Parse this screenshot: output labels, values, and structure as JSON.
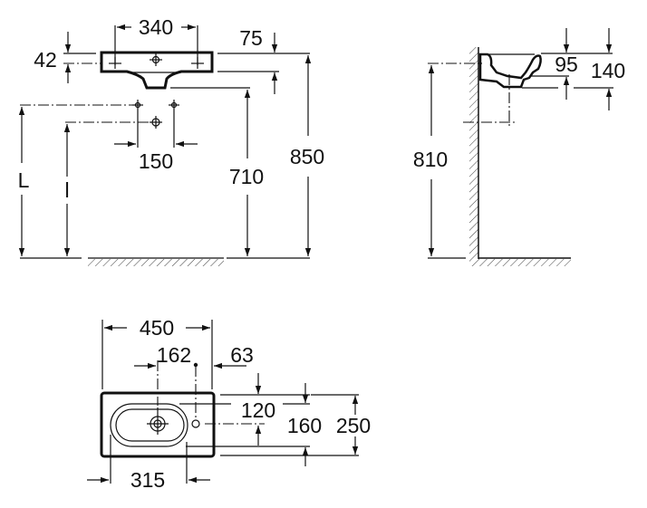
{
  "front_view": {
    "dim_hole_spacing": "340",
    "dim_rim_height": "42",
    "dim_depth_below_rim": "75",
    "dim_total_height": "850",
    "dim_basin_bottom_height": "710",
    "dim_supply_spacing": "150",
    "label_supply_height": "L",
    "label_waste_height": "l"
  },
  "side_view": {
    "dim_fixing_height": "810",
    "dim_inner_depth": "95",
    "dim_total_depth": "140"
  },
  "top_view": {
    "dim_width": "450",
    "dim_drain_offset": "162",
    "dim_tap_offset": "63",
    "dim_bowl_width": "315",
    "dim_tap_from_back": "120",
    "dim_bowl_depth": "160",
    "dim_total_depth": "250"
  }
}
